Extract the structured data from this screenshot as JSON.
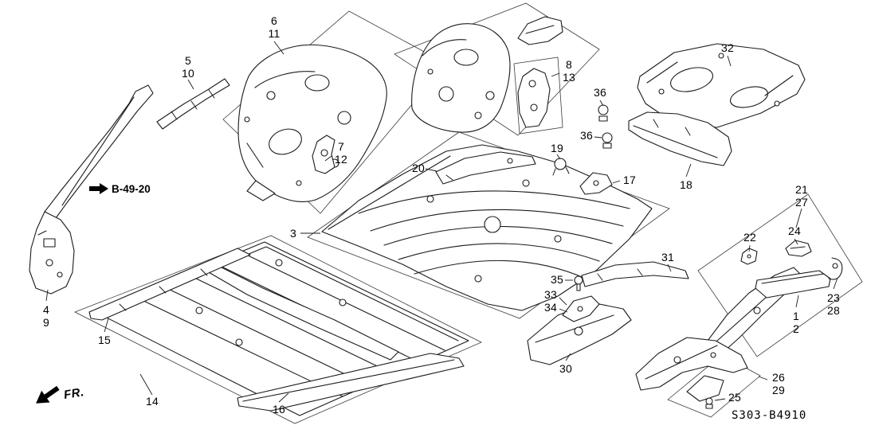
{
  "diagram": {
    "code": "S303-B4910",
    "reference_link": "B-49-20",
    "direction_label": "FR."
  },
  "colors": {
    "line": "#1b1b1b",
    "background": "#ffffff"
  },
  "callouts": [
    {
      "id": "6-11",
      "lines": [
        "6",
        "11"
      ]
    },
    {
      "id": "5-10",
      "lines": [
        "5",
        "10"
      ]
    },
    {
      "id": "8-13",
      "lines": [
        "8",
        "13"
      ]
    },
    {
      "id": "32",
      "lines": [
        "32"
      ]
    },
    {
      "id": "36-upper",
      "lines": [
        "36"
      ]
    },
    {
      "id": "36-lower",
      "lines": [
        "36"
      ]
    },
    {
      "id": "7-12",
      "lines": [
        "7",
        "12"
      ]
    },
    {
      "id": "19",
      "lines": [
        "19"
      ]
    },
    {
      "id": "20",
      "lines": [
        "20"
      ]
    },
    {
      "id": "17",
      "lines": [
        "17"
      ]
    },
    {
      "id": "18",
      "lines": [
        "18"
      ]
    },
    {
      "id": "21-27",
      "lines": [
        "21",
        "27"
      ]
    },
    {
      "id": "3",
      "lines": [
        "3"
      ]
    },
    {
      "id": "22",
      "lines": [
        "22"
      ]
    },
    {
      "id": "24",
      "lines": [
        "24"
      ]
    },
    {
      "id": "35",
      "lines": [
        "35"
      ]
    },
    {
      "id": "33-34",
      "lines": [
        "33",
        "34"
      ]
    },
    {
      "id": "31",
      "lines": [
        "31"
      ]
    },
    {
      "id": "23-28",
      "lines": [
        "23",
        "28"
      ]
    },
    {
      "id": "1-2",
      "lines": [
        "1",
        "2"
      ]
    },
    {
      "id": "4-9",
      "lines": [
        "4",
        "9"
      ]
    },
    {
      "id": "15",
      "lines": [
        "15"
      ]
    },
    {
      "id": "30",
      "lines": [
        "30"
      ]
    },
    {
      "id": "26-29",
      "lines": [
        "26",
        "29"
      ]
    },
    {
      "id": "25",
      "lines": [
        "25"
      ]
    },
    {
      "id": "14",
      "lines": [
        "14"
      ]
    },
    {
      "id": "16",
      "lines": [
        "16"
      ]
    }
  ]
}
